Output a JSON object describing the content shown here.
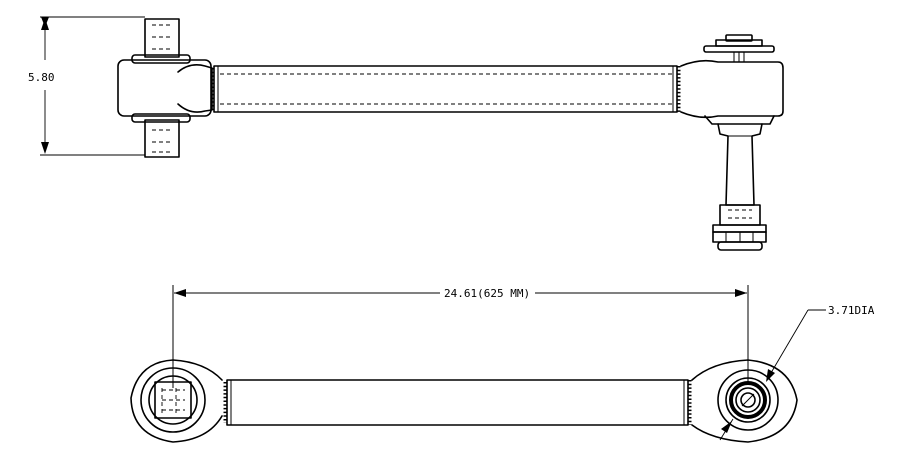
{
  "drawing": {
    "dim_height": "5.80",
    "dim_length": "24.61(625 MM)",
    "dim_diameter": "3.71DIA"
  }
}
